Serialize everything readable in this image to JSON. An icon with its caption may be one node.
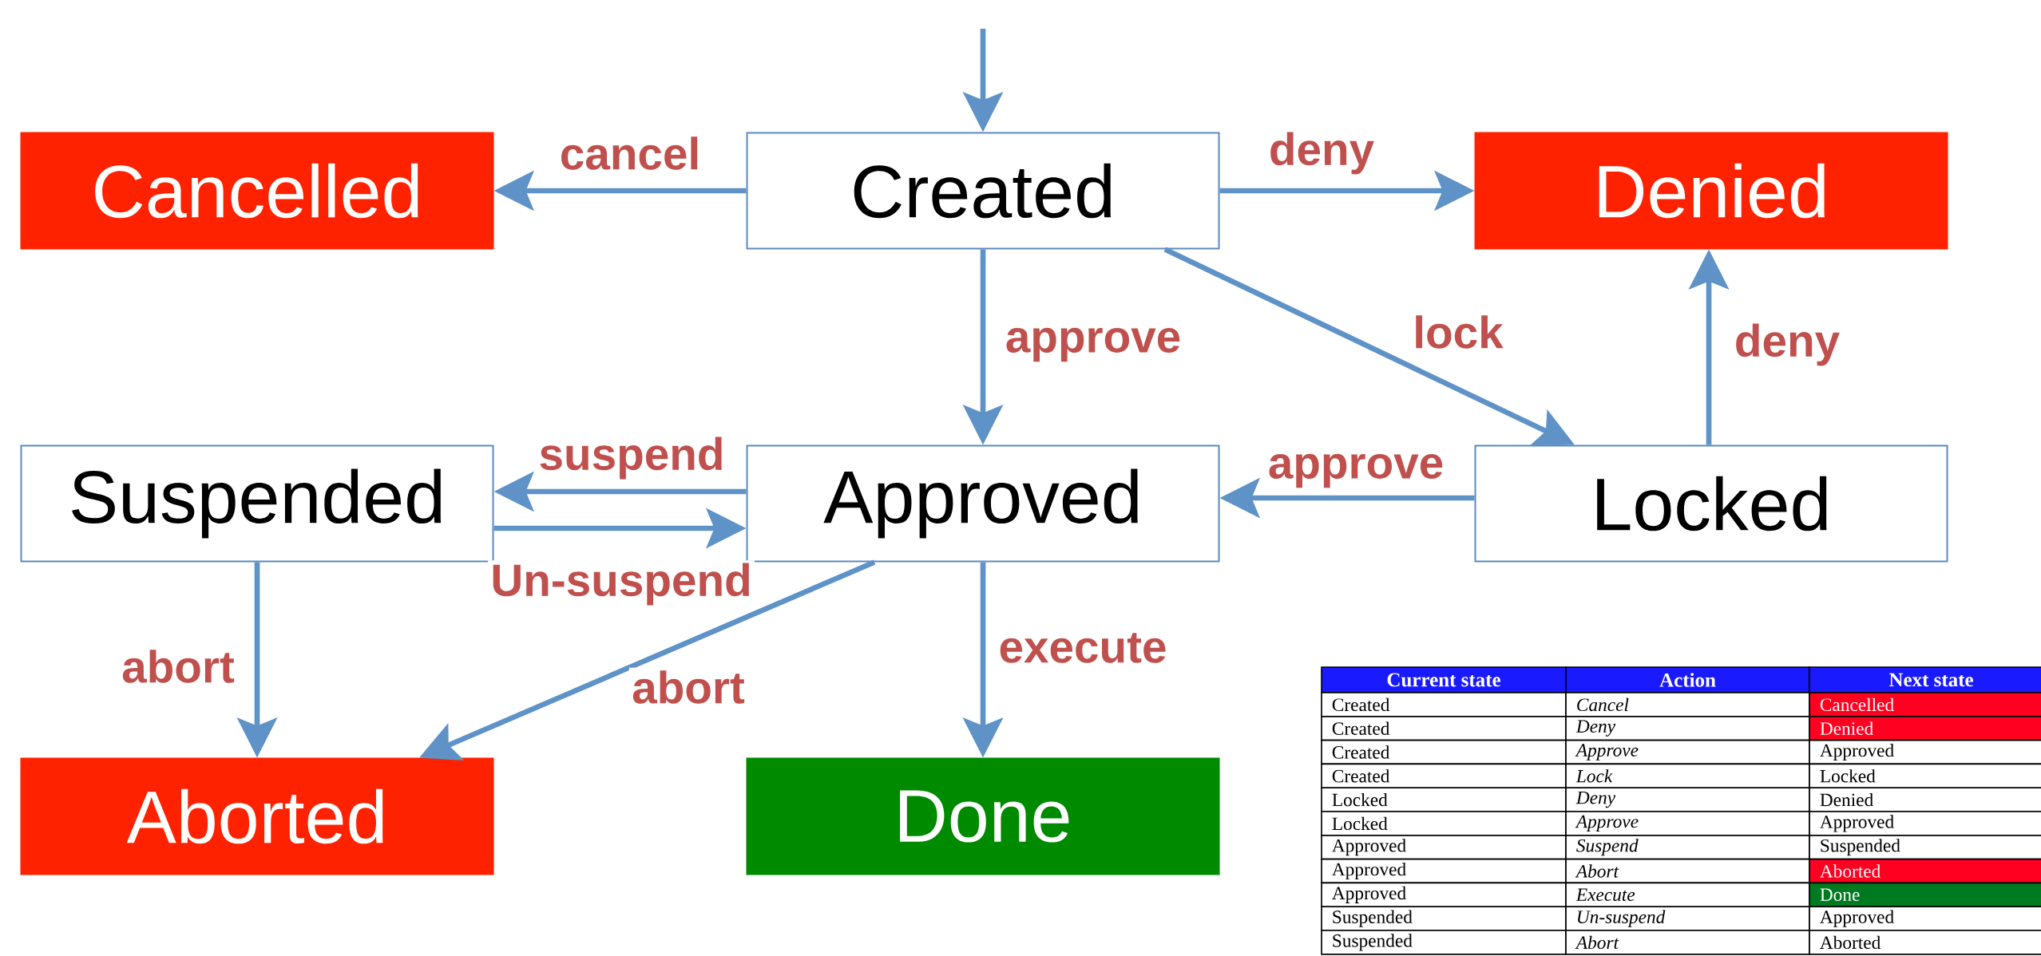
{
  "diagram": {
    "nodes": [
      {
        "text": [
          "Created"
        ]
      },
      {
        "text": [
          "Cancelled"
        ]
      },
      {
        "text": [
          "Denied"
        ]
      },
      {
        "text": [
          "Suspended"
        ]
      },
      {
        "text": [
          "Approved"
        ]
      },
      {
        "text": [
          "Locked"
        ]
      },
      {
        "text": [
          "Aborted"
        ]
      },
      {
        "text": [
          "Done"
        ]
      }
    ],
    "edges": [
      {
        "from": null,
        "to": 0,
        "arrow": "to"
      },
      {
        "from": 0,
        "to": 1,
        "arrow": "to",
        "label": "cancel"
      },
      {
        "from": 0,
        "to": 2,
        "arrow": "to",
        "label": "deny"
      },
      {
        "from": 0,
        "to": 4,
        "arrow": "to",
        "label": "approve"
      },
      {
        "from": 0,
        "to": 5,
        "arrow": "to",
        "label": "lock"
      },
      {
        "from": 5,
        "to": 2,
        "arrow": "to",
        "label": "deny"
      },
      {
        "from": 5,
        "to": 4,
        "arrow": "to",
        "label": "approve"
      },
      {
        "from": 4,
        "to": 3,
        "arrow": "to",
        "label": "suspend"
      },
      {
        "from": 3,
        "to": 4,
        "arrow": "to",
        "label": "Un-suspend"
      },
      {
        "from": 3,
        "to": 6,
        "arrow": "to",
        "label": "abort"
      },
      {
        "from": 4,
        "to": 6,
        "arrow": "to",
        "label": "abort"
      },
      {
        "from": 4,
        "to": 7,
        "arrow": "to",
        "label": "execute"
      }
    ],
    "labels": [
      "Current state",
      "Action",
      "Next state",
      "Created",
      "Cancel",
      "Cancelled",
      "Created",
      "Deny",
      "Denied",
      "Created",
      "Approve",
      "Approved",
      "Created",
      "Lock",
      "Locked",
      "Locked",
      "Deny",
      "Denied",
      "Locked",
      "Approve",
      "Approved",
      "Approved",
      "Suspend",
      "Suspended",
      "Approved",
      "Abort",
      "Aborted",
      "Approved",
      "Execute",
      "Done",
      "Suspended",
      "Un-suspend",
      "Approved",
      "Suspended",
      "Abort",
      "Aborted"
    ]
  }
}
